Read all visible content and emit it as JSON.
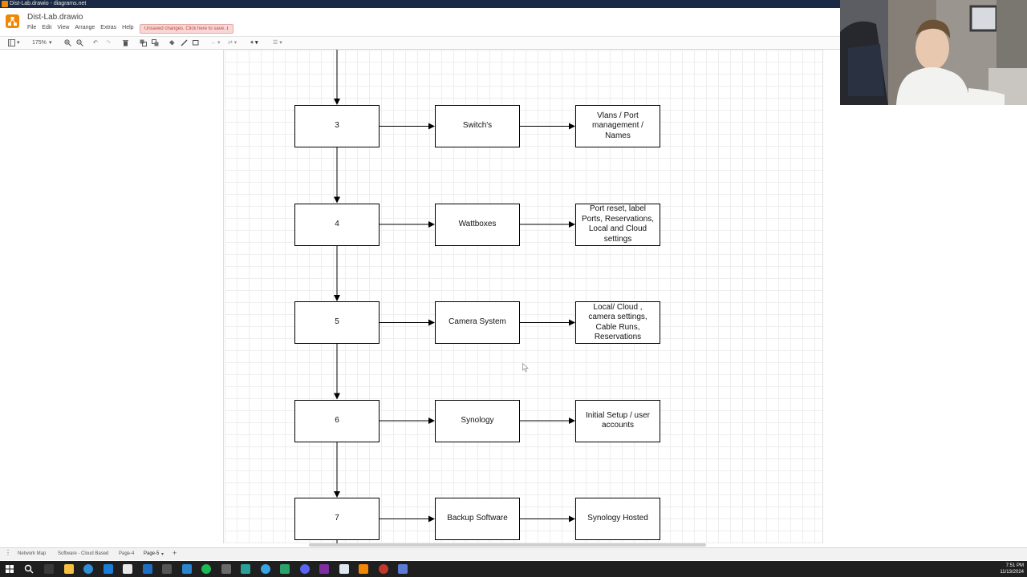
{
  "window": {
    "title": "Dist-Lab.drawio - diagrams.net"
  },
  "app": {
    "doc_title": "Dist-Lab.drawio",
    "menu": [
      "File",
      "Edit",
      "View",
      "Arrange",
      "Extras",
      "Help"
    ],
    "unsaved_notice": "Unsaved changes. Click here to save."
  },
  "toolbar": {
    "zoom": "175%"
  },
  "diagram": {
    "rows": [
      {
        "step": "3",
        "item": "Switch's",
        "detail": "Vlans / Port\nmanagement /\nNames"
      },
      {
        "step": "4",
        "item": "Wattboxes",
        "detail": "Port reset, label\nPorts, Reservations,\nLocal and Cloud\nsettings"
      },
      {
        "step": "5",
        "item": "Camera System",
        "detail": "Local/ Cloud  ,\ncamera settings,\nCable Runs,\nReservations"
      },
      {
        "step": "6",
        "item": "Synology",
        "detail": "Initial Setup / user\naccounts"
      },
      {
        "step": "7",
        "item": "Backup Software",
        "detail": "Synology Hosted"
      }
    ]
  },
  "pages": {
    "tabs": [
      "Network Map",
      "Software - Cloud Based",
      "Page-4",
      "Page-5"
    ],
    "active": "Page-5"
  },
  "clock": {
    "time": "7:51 PM",
    "date": "11/13/2024"
  },
  "colors": {
    "accent": "#f08705",
    "taskbar": "#1f1f1f",
    "titlebar": "#1b2a44"
  }
}
